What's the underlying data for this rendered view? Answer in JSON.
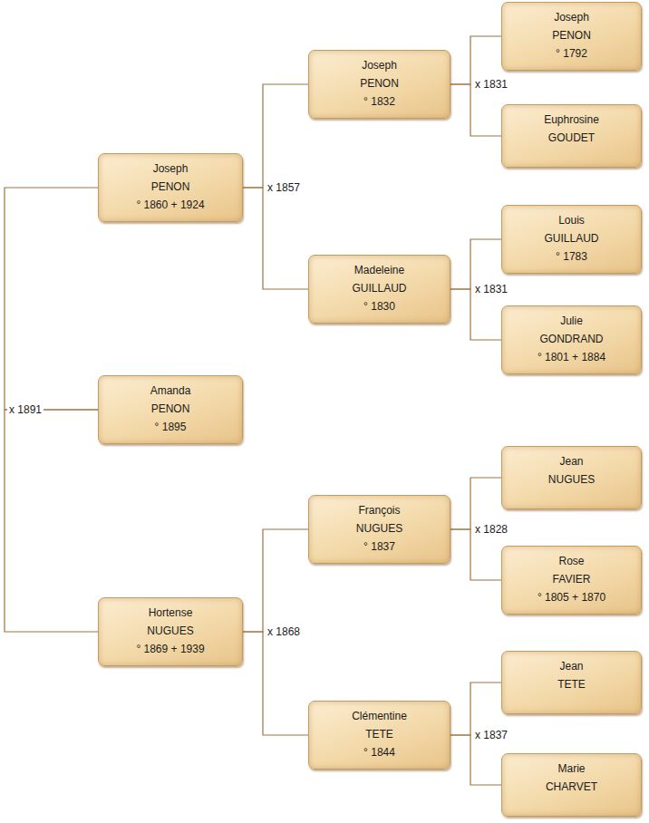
{
  "diagram": {
    "nodes": [
      {
        "text": [
          "Joseph",
          "PENON",
          "° 1860 + 1924"
        ]
      },
      {
        "text": [
          "Joseph",
          "PENON",
          "° 1832"
        ]
      },
      {
        "text": [
          "Joseph",
          "PENON",
          "° 1792"
        ]
      },
      {
        "text": [
          "Euphrosine",
          "GOUDET"
        ]
      },
      {
        "text": [
          "Madeleine",
          "GUILLAUD",
          "° 1830"
        ]
      },
      {
        "text": [
          "Louis",
          "GUILLAUD",
          "° 1783"
        ]
      },
      {
        "text": [
          "Julie",
          "GONDRAND",
          "° 1801 + 1884"
        ]
      },
      {
        "text": [
          "Amanda",
          "PENON",
          "° 1895"
        ]
      },
      {
        "text": [
          "Hortense",
          "NUGUES",
          "° 1869 + 1939"
        ]
      },
      {
        "text": [
          "François",
          "NUGUES",
          "° 1837"
        ]
      },
      {
        "text": [
          "Jean",
          "NUGUES"
        ]
      },
      {
        "text": [
          "Rose",
          "FAVIER",
          "° 1805 + 1870"
        ]
      },
      {
        "text": [
          "Clémentine",
          "TETE",
          "° 1844"
        ]
      },
      {
        "text": [
          "Jean",
          "TETE"
        ]
      },
      {
        "text": [
          "Marie",
          "CHARVET"
        ]
      }
    ],
    "edges": [
      {
        "from": 7,
        "to": 0,
        "arrow": "none",
        "label": "x 1891"
      },
      {
        "from": 7,
        "to": 8,
        "arrow": "none"
      },
      {
        "from": 0,
        "to": 1,
        "arrow": "none",
        "label": "x 1857"
      },
      {
        "from": 0,
        "to": 4,
        "arrow": "none"
      },
      {
        "from": 1,
        "to": 2,
        "arrow": "none",
        "label": "x 1831"
      },
      {
        "from": 1,
        "to": 3,
        "arrow": "none"
      },
      {
        "from": 4,
        "to": 5,
        "arrow": "none",
        "label": "x 1831"
      },
      {
        "from": 4,
        "to": 6,
        "arrow": "none"
      },
      {
        "from": 8,
        "to": 9,
        "arrow": "none",
        "label": "x 1868"
      },
      {
        "from": 8,
        "to": 12,
        "arrow": "none"
      },
      {
        "from": 9,
        "to": 10,
        "arrow": "none",
        "label": "x 1828"
      },
      {
        "from": 9,
        "to": 11,
        "arrow": "none"
      },
      {
        "from": 12,
        "to": 13,
        "arrow": "none",
        "label": "x 1837"
      },
      {
        "from": 12,
        "to": 14,
        "arrow": "none"
      }
    ]
  }
}
